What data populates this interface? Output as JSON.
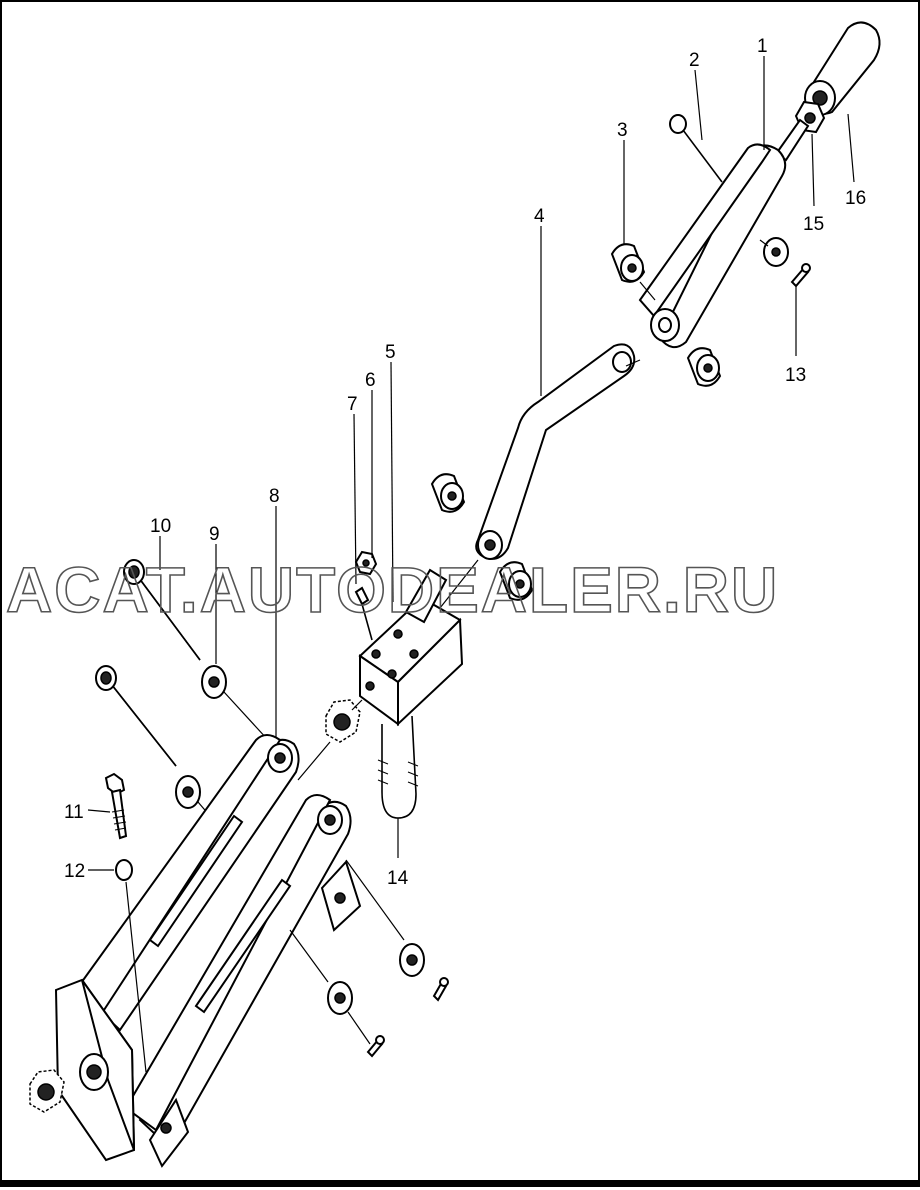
{
  "watermark": "ACAT.AUTODEALER.RU",
  "callouts": [
    {
      "id": "1",
      "label": "1"
    },
    {
      "id": "2",
      "label": "2"
    },
    {
      "id": "3",
      "label": "3"
    },
    {
      "id": "4",
      "label": "4"
    },
    {
      "id": "5",
      "label": "5"
    },
    {
      "id": "6",
      "label": "6"
    },
    {
      "id": "7",
      "label": "7"
    },
    {
      "id": "8",
      "label": "8"
    },
    {
      "id": "9",
      "label": "9"
    },
    {
      "id": "10",
      "label": "10"
    },
    {
      "id": "11",
      "label": "11"
    },
    {
      "id": "12",
      "label": "12"
    },
    {
      "id": "13",
      "label": "13"
    },
    {
      "id": "14",
      "label": "14"
    },
    {
      "id": "15",
      "label": "15"
    },
    {
      "id": "16",
      "label": "16"
    }
  ]
}
